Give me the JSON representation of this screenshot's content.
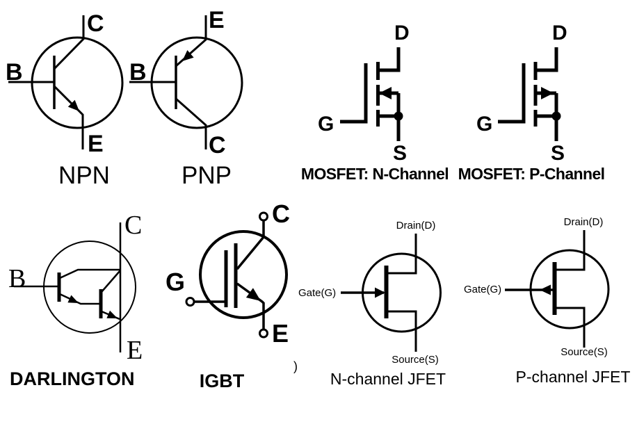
{
  "figure": {
    "background": "#ffffff",
    "ink_color": "#000000"
  },
  "row1": {
    "npn": {
      "caption": "NPN",
      "terminals": {
        "collector": "C",
        "base": "B",
        "emitter": "E"
      }
    },
    "pnp": {
      "caption": "PNP",
      "terminals": {
        "emitter": "E",
        "base": "B",
        "collector": "C"
      }
    },
    "mosfet_n": {
      "caption": "MOSFET: N-Channel",
      "terminals": {
        "drain": "D",
        "gate": "G",
        "source": "S"
      }
    },
    "mosfet_p": {
      "caption": "MOSFET: P-Channel",
      "terminals": {
        "drain": "D",
        "gate": "G",
        "source": "S"
      }
    }
  },
  "row2": {
    "darlington": {
      "caption": "DARLINGTON",
      "terminals": {
        "collector": "C",
        "base": "B",
        "emitter": "E"
      }
    },
    "igbt": {
      "caption": "IGBT",
      "terminals": {
        "collector": "C",
        "gate": "G",
        "emitter": "E"
      }
    },
    "jfet_n": {
      "caption": "N-channel JFET",
      "terminals": {
        "drain": "Drain(D)",
        "gate": "Gate(G)",
        "source": "Source(S)"
      }
    },
    "jfet_p": {
      "caption": "P-channel JFET",
      "terminals": {
        "drain": "Drain(D)",
        "gate": "Gate(G)",
        "source": "Source(S)"
      }
    },
    "stray_mark": ")"
  }
}
